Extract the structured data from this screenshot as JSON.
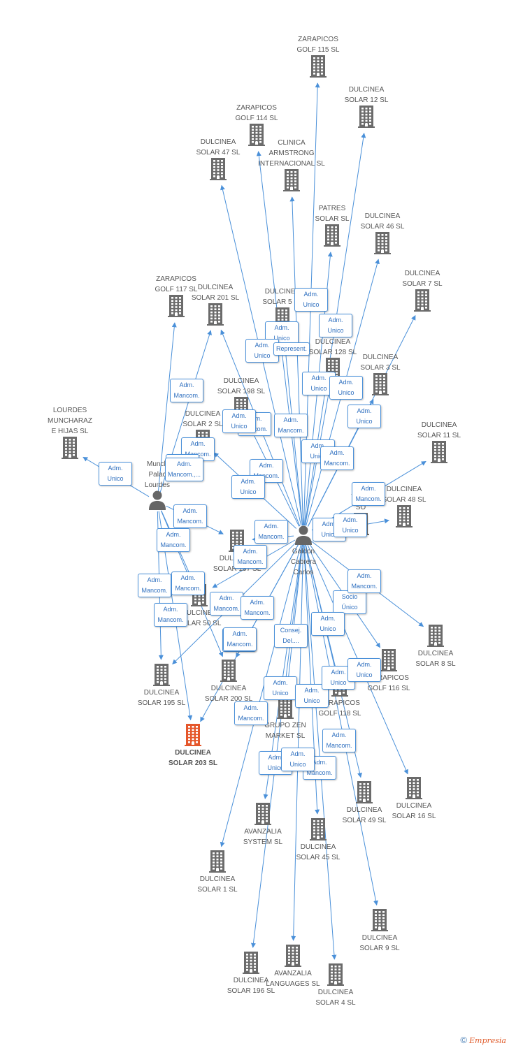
{
  "nodes": [
    {
      "id": "gc",
      "label": "Galdon\nCabrera\nCarlos",
      "type": "person"
    },
    {
      "id": "mpl",
      "label": "Munch\nPalac\nLourdes",
      "type": "person"
    },
    {
      "id": "focus",
      "label": "DULCINEA\nSOLAR 203 SL",
      "type": "company",
      "focus": true
    },
    {
      "id": "z115",
      "label": "ZARAPICOS\nGOLF 115 SL",
      "type": "company"
    },
    {
      "id": "d12",
      "label": "DULCINEA\nSOLAR 12 SL",
      "type": "company"
    },
    {
      "id": "z114",
      "label": "ZARAPICOS\nGOLF 114 SL",
      "type": "company"
    },
    {
      "id": "d47",
      "label": "DULCINEA\nSOLAR 47 SL",
      "type": "company"
    },
    {
      "id": "clinica",
      "label": "CLINICA\nARMSTRONG\nINTERNACIONAL SL",
      "type": "company"
    },
    {
      "id": "patres",
      "label": "PATRES\nSOLAR SL",
      "type": "company"
    },
    {
      "id": "d46",
      "label": "DULCINEA\nSOLAR 46 SL",
      "type": "company"
    },
    {
      "id": "d7",
      "label": "DULCINEA\nSOLAR 7 SL",
      "type": "company"
    },
    {
      "id": "z117",
      "label": "ZARAPICOS\nGOLF 117 SL",
      "type": "company"
    },
    {
      "id": "d201",
      "label": "DULCINEA\nSOLAR 201 SL",
      "type": "company"
    },
    {
      "id": "d5",
      "label": "DULCINEA\nSOLAR 5 SL",
      "type": "company"
    },
    {
      "id": "d128",
      "label": "DULCINEA\nSOLAR 128 SL",
      "type": "company"
    },
    {
      "id": "d3",
      "label": "DULCINEA\nSOLAR 3 SL",
      "type": "company"
    },
    {
      "id": "d198",
      "label": "DULCINEA\nSOLAR 198 SL",
      "type": "company"
    },
    {
      "id": "d2",
      "label": "DULCINEA\nSOLAR 2 SL",
      "type": "company"
    },
    {
      "id": "lourdes",
      "label": "LOURDES\nMUNCHARAZ\nE HIJAS SL",
      "type": "company"
    },
    {
      "id": "d11",
      "label": "DULCINEA\nSOLAR 11 SL",
      "type": "company"
    },
    {
      "id": "trus",
      "label": "TRUS\nSO",
      "type": "company"
    },
    {
      "id": "d48",
      "label": "DULCINEA\nSOLAR 48 SL",
      "type": "company"
    },
    {
      "id": "d197",
      "label": "DULCINEA\nSOLAR 197 SL",
      "type": "company"
    },
    {
      "id": "d50",
      "label": "DULCINEA\nSOLAR 50 SL",
      "type": "company"
    },
    {
      "id": "d8",
      "label": "DULCINEA\nSOLAR 8 SL",
      "type": "company"
    },
    {
      "id": "z116",
      "label": "ZARAPICOS\nGOLF 116 SL",
      "type": "company"
    },
    {
      "id": "d195",
      "label": "DULCINEA\nSOLAR 195 SL",
      "type": "company"
    },
    {
      "id": "d200",
      "label": "DULCINEA\nSOLAR 200 SL",
      "type": "company"
    },
    {
      "id": "z118",
      "label": "ZARAPICOS\nGOLF 118 SL",
      "type": "company"
    },
    {
      "id": "zen",
      "label": "GRUPO ZEN\nMARKET SL",
      "type": "company"
    },
    {
      "id": "d49",
      "label": "DULCINEA\nSOLAR 49 SL",
      "type": "company"
    },
    {
      "id": "d16",
      "label": "DULCINEA\nSOLAR 16 SL",
      "type": "company"
    },
    {
      "id": "avsys",
      "label": "AVANZALIA\nSYSTEM SL",
      "type": "company"
    },
    {
      "id": "d45",
      "label": "DULCINEA\nSOLAR 45 SL",
      "type": "company"
    },
    {
      "id": "d1",
      "label": "DULCINEA\nSOLAR 1 SL",
      "type": "company"
    },
    {
      "id": "d9",
      "label": "DULCINEA\nSOLAR 9 SL",
      "type": "company"
    },
    {
      "id": "d196",
      "label": "DULCINEA\nSOLAR 196 SL",
      "type": "company"
    },
    {
      "id": "avlang",
      "label": "AVANZALIA\nLANGUAGES SL",
      "type": "company"
    },
    {
      "id": "d4",
      "label": "DULCINEA\nSOLAR 4 SL",
      "type": "company"
    }
  ],
  "edges": [
    {
      "from": "gc",
      "to": "z115"
    },
    {
      "from": "gc",
      "to": "d12"
    },
    {
      "from": "gc",
      "to": "z114"
    },
    {
      "from": "gc",
      "to": "d47"
    },
    {
      "from": "gc",
      "to": "clinica"
    },
    {
      "from": "gc",
      "to": "patres"
    },
    {
      "from": "gc",
      "to": "d46"
    },
    {
      "from": "gc",
      "to": "d7"
    },
    {
      "from": "gc",
      "to": "d201"
    },
    {
      "from": "gc",
      "to": "d5"
    },
    {
      "from": "gc",
      "to": "d128"
    },
    {
      "from": "gc",
      "to": "d3"
    },
    {
      "from": "gc",
      "to": "d198"
    },
    {
      "from": "gc",
      "to": "d2"
    },
    {
      "from": "gc",
      "to": "d11"
    },
    {
      "from": "gc",
      "to": "trus"
    },
    {
      "from": "gc",
      "to": "d48"
    },
    {
      "from": "gc",
      "to": "d197"
    },
    {
      "from": "gc",
      "to": "d50"
    },
    {
      "from": "gc",
      "to": "d8"
    },
    {
      "from": "gc",
      "to": "z116"
    },
    {
      "from": "gc",
      "to": "d195"
    },
    {
      "from": "gc",
      "to": "d200"
    },
    {
      "from": "gc",
      "to": "z118"
    },
    {
      "from": "gc",
      "to": "zen"
    },
    {
      "from": "gc",
      "to": "d49"
    },
    {
      "from": "gc",
      "to": "d16"
    },
    {
      "from": "gc",
      "to": "avsys"
    },
    {
      "from": "gc",
      "to": "d45"
    },
    {
      "from": "gc",
      "to": "d1"
    },
    {
      "from": "gc",
      "to": "d9"
    },
    {
      "from": "gc",
      "to": "d196"
    },
    {
      "from": "gc",
      "to": "avlang"
    },
    {
      "from": "gc",
      "to": "d4"
    },
    {
      "from": "gc",
      "to": "focus"
    },
    {
      "from": "mpl",
      "to": "lourdes"
    },
    {
      "from": "mpl",
      "to": "z117"
    },
    {
      "from": "mpl",
      "to": "d201"
    },
    {
      "from": "mpl",
      "to": "d195"
    },
    {
      "from": "mpl",
      "to": "focus"
    },
    {
      "from": "mpl",
      "to": "d197"
    },
    {
      "from": "mpl",
      "to": "d50"
    },
    {
      "from": "mpl",
      "to": "d200"
    }
  ],
  "edge_labels": [
    {
      "text": "Adm.\nUnico"
    },
    {
      "text": "Adm.\nUnico"
    },
    {
      "text": "Adm.\nUnico"
    },
    {
      "text": "Adm.\nUnico"
    },
    {
      "text": "Represent."
    },
    {
      "text": "Adm.\nMancom."
    },
    {
      "text": "Adm.\nUnico"
    },
    {
      "text": "Adm.\nUnico"
    },
    {
      "text": "Adm.\nUnico"
    },
    {
      "text": "Adm.\nMancom."
    },
    {
      "text": "Adm.\nUnico"
    },
    {
      "text": "Adm.\nMancom."
    },
    {
      "text": "Adm.\nMancom."
    },
    {
      "text": "Adm.\nMancom."
    },
    {
      "text": "Adm.\nUnico"
    },
    {
      "text": "Adm.\nMancom.,..."
    },
    {
      "text": "Adm.\nMancom."
    },
    {
      "text": "Adm.\nMancom."
    },
    {
      "text": "Adm.\nUnico"
    },
    {
      "text": "Adm.\nMancom."
    },
    {
      "text": "Adm.\nUnico"
    },
    {
      "text": "Adm.\nUnico"
    },
    {
      "text": "Adm.\nMancom."
    },
    {
      "text": "Adm.\nMancom."
    },
    {
      "text": "Adm.\nMancom."
    },
    {
      "text": "Adm.\nMancom."
    },
    {
      "text": "Adm.\nMancom."
    },
    {
      "text": "Adm.\nMancom."
    },
    {
      "text": "Adm.\nMancom."
    },
    {
      "text": "Adm.\nMancom."
    },
    {
      "text": "Socio\nÚnico"
    },
    {
      "text": "Adm.\nMancom."
    },
    {
      "text": "Adm.\nMancom."
    },
    {
      "text": "Adm.\nMancom."
    },
    {
      "text": "Adm.\nMancom."
    },
    {
      "text": "Consej.\nDel...."
    },
    {
      "text": "Adm.\nUnico"
    },
    {
      "text": "Adm.\nUnico"
    },
    {
      "text": "Adm.\nUnico"
    },
    {
      "text": "Adm.\nUnico"
    },
    {
      "text": "Adm.\nUnico"
    },
    {
      "text": "Adm.\nUnico"
    },
    {
      "text": "Adm.\nMancom."
    },
    {
      "text": "Adm.\nMancom."
    },
    {
      "text": "Adm.\nUnico"
    },
    {
      "text": "Adm.\nUnico"
    },
    {
      "text": "Adm.\nMancom."
    }
  ],
  "colors": {
    "edge": "#4a90d9",
    "building": "#6b6b6b",
    "focus_building": "#e5562a",
    "person": "#666666"
  },
  "footer": {
    "copyright": "©",
    "brand": "Empresia"
  }
}
